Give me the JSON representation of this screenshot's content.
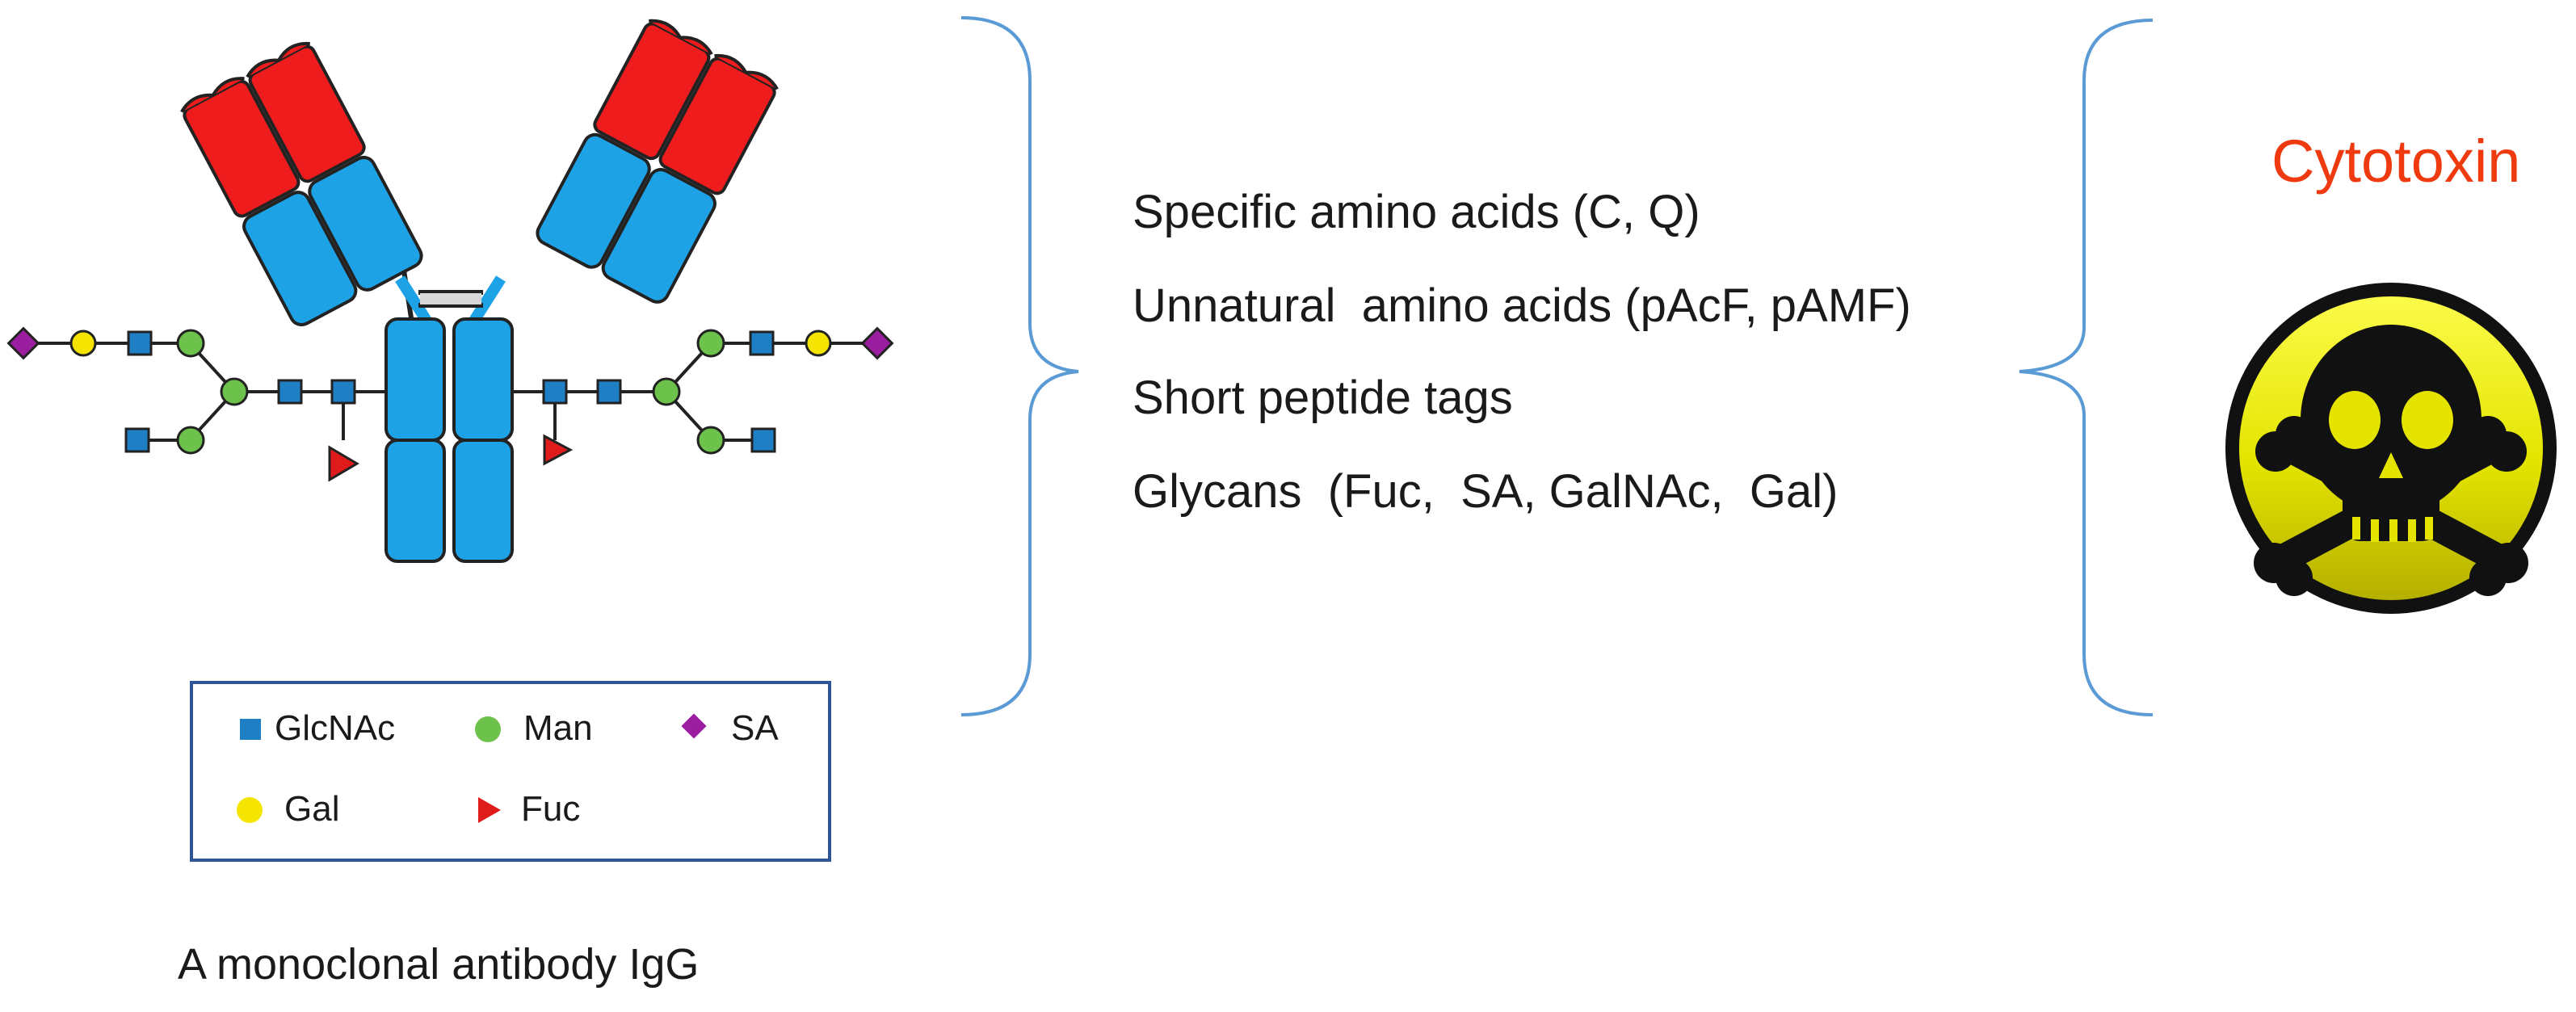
{
  "legend": {
    "items": [
      {
        "label": "GlcNAc",
        "shape": "square",
        "color": "#1f7fc4"
      },
      {
        "label": "Man",
        "shape": "circle",
        "color": "#6cc24a"
      },
      {
        "label": "SA",
        "shape": "diamond",
        "color": "#9b1ea0"
      },
      {
        "label": "Gal",
        "shape": "circle",
        "color": "#f5e400"
      },
      {
        "label": "Fuc",
        "shape": "triangle",
        "color": "#e01b1b"
      }
    ]
  },
  "antibody": {
    "caption": "A monoclonal antibody IgG",
    "heavy_chain_color": "#1ea2e6",
    "light_chain_color": "#ee1c1c"
  },
  "conjugation_sites": {
    "items": [
      "Specific amino acids (C, Q)",
      "Unnatural  amino acids (pAcF, pAMF)",
      "Short peptide tags",
      "Glycans  (Fuc,  SA, GalNAc,  Gal)"
    ]
  },
  "payload": {
    "label": "Cytotoxin",
    "label_color": "#ee3a0e",
    "icon": "skull-crossbones-icon",
    "badge_color": "#e8e800"
  },
  "colors": {
    "bracket": "#5b9bd5",
    "text": "#1a1a1a",
    "legend_border": "#2e5597",
    "linker": "#222222"
  }
}
